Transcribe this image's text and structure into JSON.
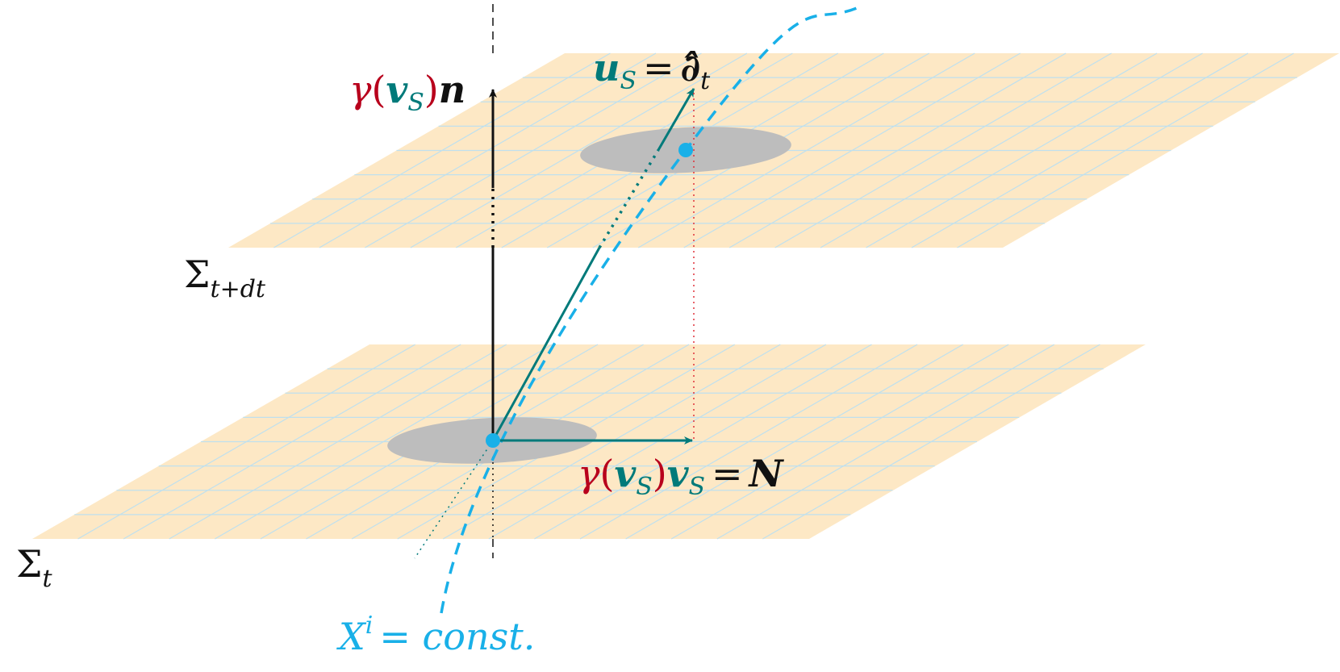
{
  "colors": {
    "plane_fill": "#fde8c5",
    "grid_line": "#bfe0ee",
    "ellipse_fill": "#bdbdbd",
    "teal": "#007a7a",
    "red": "#b8001c",
    "cyan": "#19b0e8",
    "black": "#111111",
    "red_dotted": "#e0303a"
  },
  "labels": {
    "sigma": "Σ",
    "sigma_upper_sub": "t+dt",
    "sigma_lower_sub": "t",
    "gamma": "γ",
    "paren_open": "(",
    "paren_close": ")",
    "v": "v",
    "s_sub": "S",
    "n": "n",
    "u": "u",
    "equals": "=",
    "partial_hat": "∂̂",
    "partial_sub": "t",
    "N": "N",
    "Xi": "X",
    "Xi_sup": "i",
    "const": "= const."
  }
}
